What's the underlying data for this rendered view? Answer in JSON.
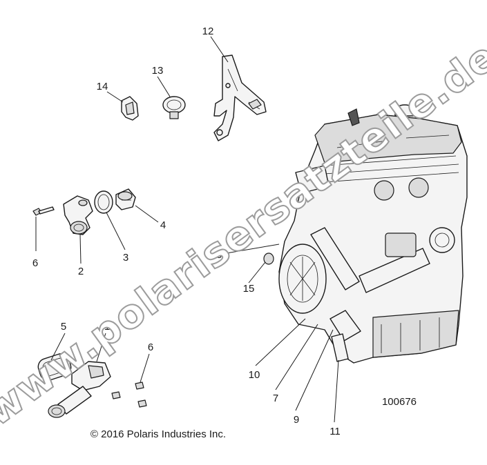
{
  "diagram": {
    "figure_number": "100676",
    "copyright": "© 2016 Polaris Industries Inc.",
    "watermark": "www.polarisersatzteile.de",
    "callouts": {
      "c1": "1",
      "c2": "2",
      "c3": "3",
      "c4": "4",
      "c5": "5",
      "c6a": "6",
      "c6b": "6",
      "c7": "7",
      "c8": "8",
      "c9": "9",
      "c10": "10",
      "c11": "11",
      "c12": "12",
      "c13": "13",
      "c14": "14",
      "c15": "15"
    }
  }
}
